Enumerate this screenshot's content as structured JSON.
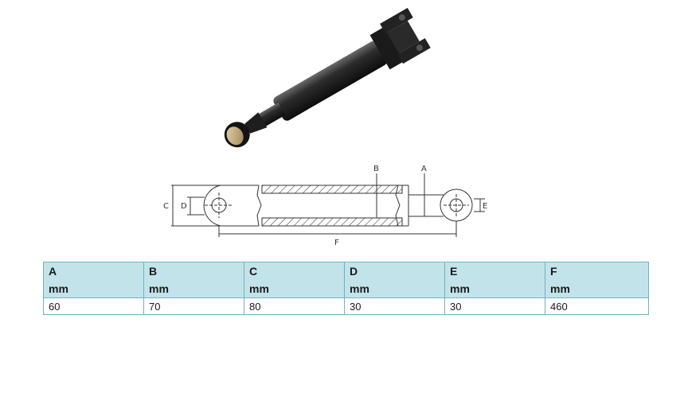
{
  "product": {
    "photo_icon": "hydraulic-cylinder-photo",
    "drawing_icon": "cylinder-dimension-drawing"
  },
  "drawing_labels": {
    "A": "A",
    "B": "B",
    "C": "C",
    "D": "D",
    "E": "E",
    "F": "F"
  },
  "spec_table": {
    "columns": [
      {
        "letter": "A",
        "unit": "mm",
        "value": "60"
      },
      {
        "letter": "B",
        "unit": "mm",
        "value": "70"
      },
      {
        "letter": "C",
        "unit": "mm",
        "value": "80"
      },
      {
        "letter": "D",
        "unit": "mm",
        "value": "30"
      },
      {
        "letter": "E",
        "unit": "mm",
        "value": "30"
      },
      {
        "letter": "F",
        "unit": "mm",
        "value": "460"
      }
    ]
  },
  "colors": {
    "header_bg": "#c3e3ea",
    "border": "#6fb3bf"
  }
}
